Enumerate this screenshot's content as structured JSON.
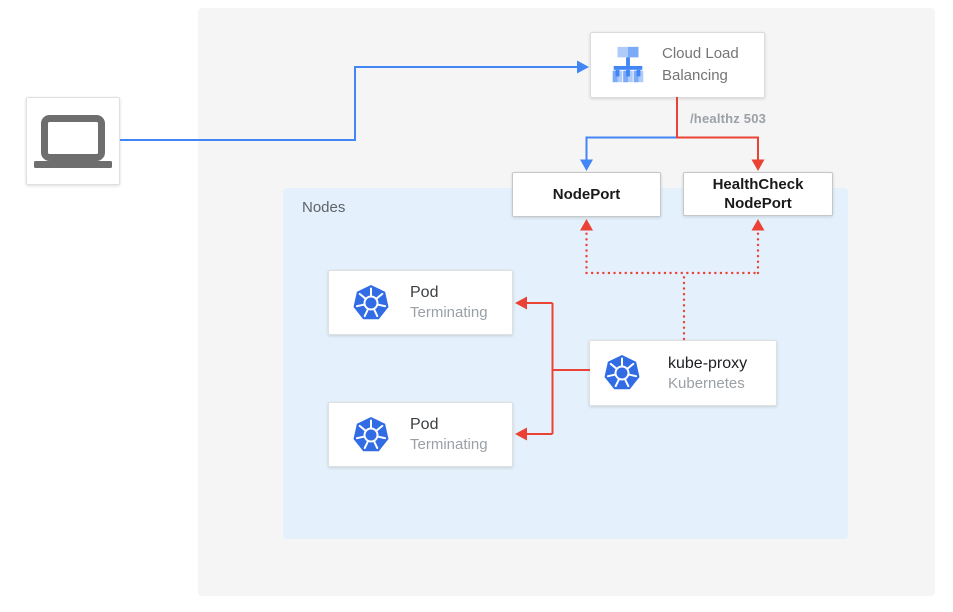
{
  "colors": {
    "blue": "#4285f4",
    "red": "#ea4335",
    "nodes_bg": "#e4f1fc",
    "panel_bg": "#f5f5f6",
    "kubernetes_blue": "#326ce5",
    "laptop_gray": "#6e6e6e",
    "text_dark": "#202124",
    "text_gray": "#757575",
    "text_light_gray": "#9aa0a6"
  },
  "labels": {
    "nodes": "Nodes",
    "healthz": "/healthz 503"
  },
  "nodes": {
    "client": {
      "icon": "laptop-icon"
    },
    "cloud_load_balancing": {
      "icon": "cloud-load-balancing-icon",
      "line1": "Cloud Load",
      "line2": "Balancing"
    },
    "nodeport": {
      "label": "NodePort"
    },
    "healthcheck_nodeport": {
      "line1": "HealthCheck",
      "line2": "NodePort"
    },
    "pod1": {
      "icon": "kubernetes-icon",
      "title": "Pod",
      "subtitle": "Terminating"
    },
    "pod2": {
      "icon": "kubernetes-icon",
      "title": "Pod",
      "subtitle": "Terminating"
    },
    "kube_proxy": {
      "icon": "kubernetes-icon",
      "title": "kube-proxy",
      "subtitle": "Kubernetes"
    }
  },
  "edges": [
    {
      "from": "client",
      "to": "cloud_load_balancing",
      "color": "blue",
      "style": "solid"
    },
    {
      "from": "cloud_load_balancing",
      "to": "nodeport",
      "color": "blue",
      "style": "solid"
    },
    {
      "from": "cloud_load_balancing",
      "to": "healthcheck_nodeport",
      "color": "red",
      "style": "solid",
      "label": "/healthz 503"
    },
    {
      "from": "kube_proxy",
      "to": "nodeport",
      "color": "red",
      "style": "dotted"
    },
    {
      "from": "kube_proxy",
      "to": "healthcheck_nodeport",
      "color": "red",
      "style": "dotted"
    },
    {
      "from": "kube_proxy",
      "to": "pod1",
      "color": "red",
      "style": "solid"
    },
    {
      "from": "kube_proxy",
      "to": "pod2",
      "color": "red",
      "style": "solid"
    }
  ]
}
